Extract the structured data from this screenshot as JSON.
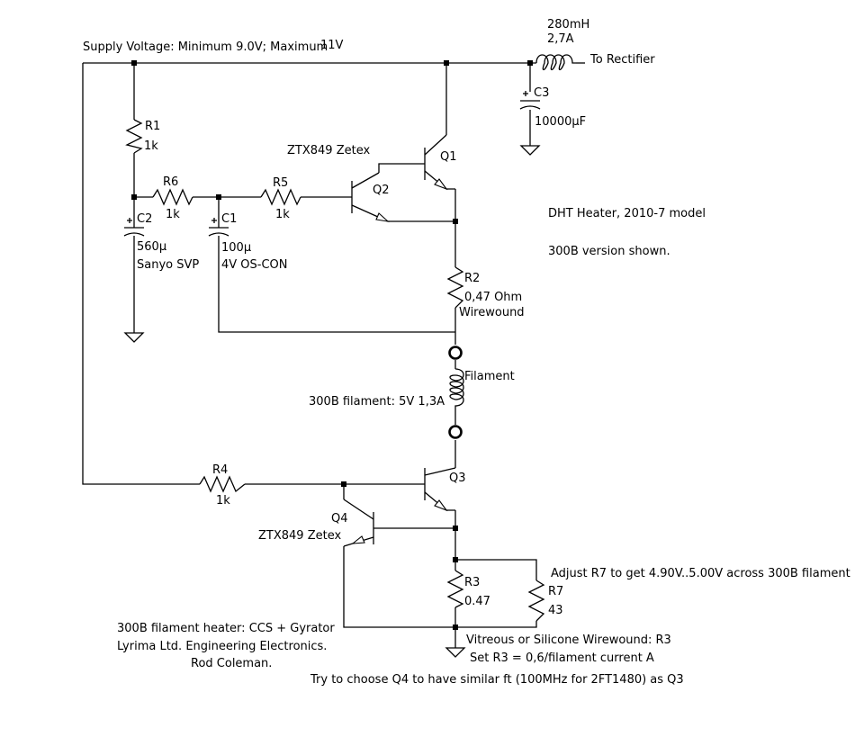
{
  "supply": {
    "label": "Supply Voltage: Minimum 9.0V;  Maximum ",
    "max": "11V"
  },
  "inductor": {
    "value1": "280mH",
    "value2": "2,7A",
    "to_label": "To Rectifier"
  },
  "c3": {
    "ref": "C3",
    "value": "10000µF"
  },
  "r1": {
    "ref": "R1",
    "value": "1k"
  },
  "r6": {
    "ref": "R6",
    "value": "1k"
  },
  "r5": {
    "ref": "R5",
    "value": "1k"
  },
  "c2": {
    "ref": "C2",
    "value": "560µ",
    "note": "Sanyo SVP"
  },
  "c1": {
    "ref": "C1",
    "value": "100µ",
    "note": "4V OS-CON"
  },
  "q1": {
    "ref": "Q1"
  },
  "q2": {
    "ref": "Q2",
    "part": "ZTX849  Zetex"
  },
  "r2": {
    "ref": "R2",
    "value": "0,47 Ohm",
    "note": "Wirewound"
  },
  "filament": {
    "label": "Filament",
    "spec": "300B filament: 5V 1,3A"
  },
  "title": {
    "line1": "DHT Heater, 2010-7 model",
    "line2": "300B version shown."
  },
  "r4": {
    "ref": "R4",
    "value": "1k"
  },
  "q3": {
    "ref": "Q3"
  },
  "q4": {
    "ref": "Q4",
    "part": "ZTX849  Zetex"
  },
  "r3": {
    "ref": "R3",
    "value": "0.47"
  },
  "r7": {
    "ref": "R7",
    "value": "43",
    "note": "Adjust R7 to get 4.90V..5.00V across 300B filament"
  },
  "notes": {
    "r3_type": "Vitreous or Silicone Wirewound: R3",
    "r3_set": "Set R3 = 0,6/filament current A",
    "q4_choice": "Try to choose Q4 to have similar ft (100MHz  for 2FT1480) as Q3",
    "credit1": "300B filament heater: CCS + Gyrator",
    "credit2": "Lyrima Ltd. Engineering Electronics.",
    "credit3": "Rod Coleman."
  }
}
